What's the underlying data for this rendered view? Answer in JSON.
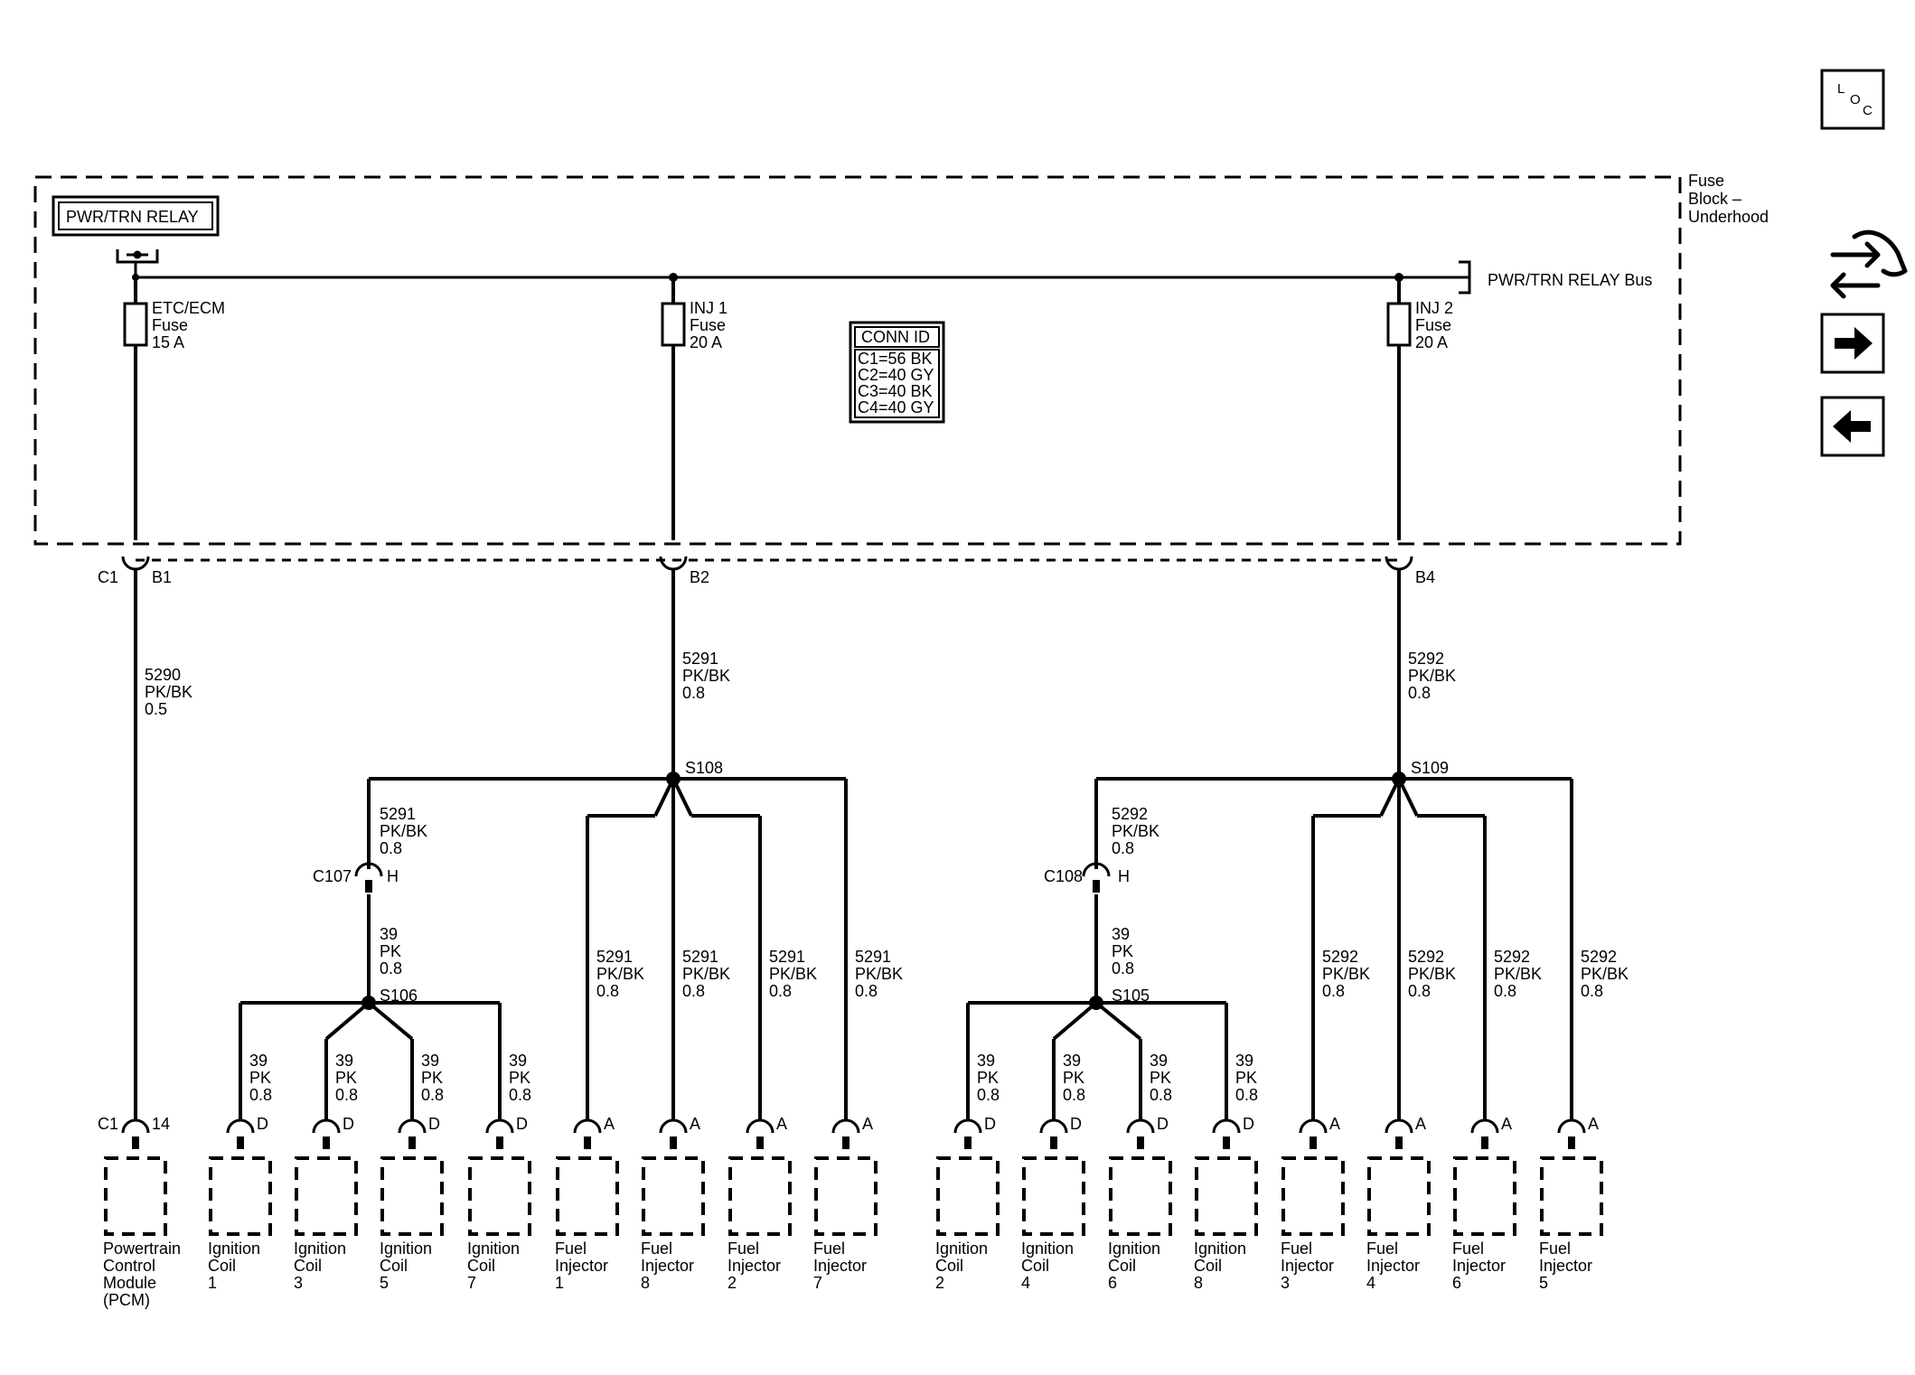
{
  "nav": {
    "loc_letters": [
      "L",
      "O",
      "C"
    ]
  },
  "fuse_block": {
    "label_lines": [
      "Fuse",
      "Block –",
      "Underhood"
    ],
    "relay_label": "PWR/TRN RELAY",
    "bus_label": "PWR/TRN RELAY Bus"
  },
  "fuses": [
    {
      "lines": [
        "ETC/ECM",
        "Fuse",
        "15 A"
      ]
    },
    {
      "lines": [
        "INJ 1",
        "Fuse",
        "20 A"
      ]
    },
    {
      "lines": [
        "INJ 2",
        "Fuse",
        "20 A"
      ]
    }
  ],
  "conn_id": {
    "title": "CONN ID",
    "rows": [
      "C1=56 BK",
      "C2=40 GY",
      "C3=40 BK",
      "C4=40 GY"
    ]
  },
  "block_connectors": {
    "c1": "C1",
    "pins": [
      "B1",
      "B2",
      "B4"
    ]
  },
  "trunk_wires": [
    {
      "lines": [
        "5290",
        "PK/BK",
        "0.5"
      ]
    },
    {
      "lines": [
        "5291",
        "PK/BK",
        "0.8"
      ]
    },
    {
      "lines": [
        "5292",
        "PK/BK",
        "0.8"
      ]
    }
  ],
  "splices": {
    "s108": "S108",
    "s109": "S109",
    "s106": "S106",
    "s105": "S105"
  },
  "inline_connectors": [
    {
      "name": "C107",
      "pin": "H"
    },
    {
      "name": "C108",
      "pin": "H"
    }
  ],
  "branch_wires": {
    "to_c107": [
      "5291",
      "PK/BK",
      "0.8"
    ],
    "to_c108": [
      "5292",
      "PK/BK",
      "0.8"
    ],
    "after_c107": [
      "39",
      "PK",
      "0.8"
    ],
    "after_c108": [
      "39",
      "PK",
      "0.8"
    ],
    "s108_drops": [
      "5291",
      "PK/BK",
      "0.8"
    ],
    "s109_drops": [
      "5292",
      "PK/BK",
      "0.8"
    ],
    "coil_drops": [
      "39",
      "PK",
      "0.8"
    ]
  },
  "components": [
    {
      "conn": "C1",
      "pin": "14",
      "lines": [
        "Powertrain",
        "Control",
        "Module",
        "(PCM)"
      ]
    },
    {
      "pin": "D",
      "lines": [
        "Ignition",
        "Coil",
        "1"
      ]
    },
    {
      "pin": "D",
      "lines": [
        "Ignition",
        "Coil",
        "3"
      ]
    },
    {
      "pin": "D",
      "lines": [
        "Ignition",
        "Coil",
        "5"
      ]
    },
    {
      "pin": "D",
      "lines": [
        "Ignition",
        "Coil",
        "7"
      ]
    },
    {
      "pin": "A",
      "lines": [
        "Fuel",
        "Injector",
        "1"
      ]
    },
    {
      "pin": "A",
      "lines": [
        "Fuel",
        "Injector",
        "8"
      ]
    },
    {
      "pin": "A",
      "lines": [
        "Fuel",
        "Injector",
        "2"
      ]
    },
    {
      "pin": "A",
      "lines": [
        "Fuel",
        "Injector",
        "7"
      ]
    },
    {
      "pin": "D",
      "lines": [
        "Ignition",
        "Coil",
        "2"
      ]
    },
    {
      "pin": "D",
      "lines": [
        "Ignition",
        "Coil",
        "4"
      ]
    },
    {
      "pin": "D",
      "lines": [
        "Ignition",
        "Coil",
        "6"
      ]
    },
    {
      "pin": "D",
      "lines": [
        "Ignition",
        "Coil",
        "8"
      ]
    },
    {
      "pin": "A",
      "lines": [
        "Fuel",
        "Injector",
        "3"
      ]
    },
    {
      "pin": "A",
      "lines": [
        "Fuel",
        "Injector",
        "4"
      ]
    },
    {
      "pin": "A",
      "lines": [
        "Fuel",
        "Injector",
        "6"
      ]
    },
    {
      "pin": "A",
      "lines": [
        "Fuel",
        "Injector",
        "5"
      ]
    }
  ]
}
